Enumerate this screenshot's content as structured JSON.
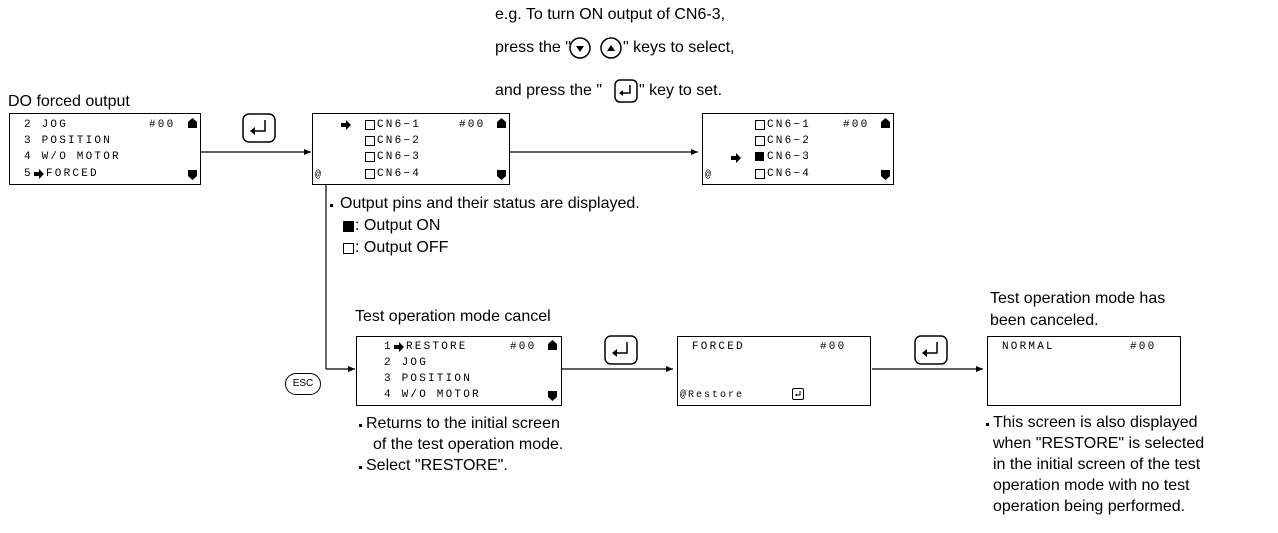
{
  "instructions": {
    "line1": "e.g. To turn ON output of CN6-3,",
    "line2_pre": "press the \"",
    "line2_post": "\" keys to select,",
    "line3_pre": "and press the \"",
    "line3_post": "\" key to set."
  },
  "screen_forced_menu": {
    "heading": "DO forced output",
    "lines": [
      "2 JOG",
      "3 POSITION",
      "4 W/O MOTOR",
      "5",
      "FORCED"
    ],
    "code": "#00"
  },
  "screen_cn6_a": {
    "lines": [
      "CN6−1",
      "CN6−2",
      "CN6−3",
      "CN6−4"
    ],
    "code": "#00",
    "at": "@"
  },
  "screen_cn6_b": {
    "lines": [
      "CN6−1",
      "CN6−2",
      "CN6−3",
      "CN6−4"
    ],
    "code": "#00",
    "at": "@"
  },
  "status_notes": {
    "main": "Output pins and their status are displayed.",
    "on": ": Output ON",
    "off": ": Output OFF"
  },
  "cancel_section": {
    "heading": "Test operation mode cancel",
    "esc_label": "ESC",
    "menu_lines": [
      "1",
      "RESTORE",
      "2 JOG",
      "3 POSITION",
      "4 W/O MOTOR"
    ],
    "code": "#00",
    "notes": [
      "Returns to the initial screen",
      "of the test operation mode.",
      "Select \"RESTORE\"."
    ]
  },
  "screen_forced_restore": {
    "line1": "FORCED",
    "code": "#00",
    "restore": "@Restore"
  },
  "canceled_section": {
    "heading1": "Test operation mode has",
    "heading2": "been canceled.",
    "line1": "NORMAL",
    "code": "#00",
    "notes": [
      "This screen is also displayed",
      "when \"RESTORE\" is selected",
      "in the initial screen of the test",
      "operation mode with no test",
      "operation being performed."
    ]
  },
  "icons": {
    "enter": "enter-key-icon",
    "down": "down-key-icon",
    "up": "up-key-icon",
    "arrow": "pointer-arrow-icon",
    "scroll_up": "scroll-up-icon",
    "scroll_down": "scroll-down-icon"
  }
}
